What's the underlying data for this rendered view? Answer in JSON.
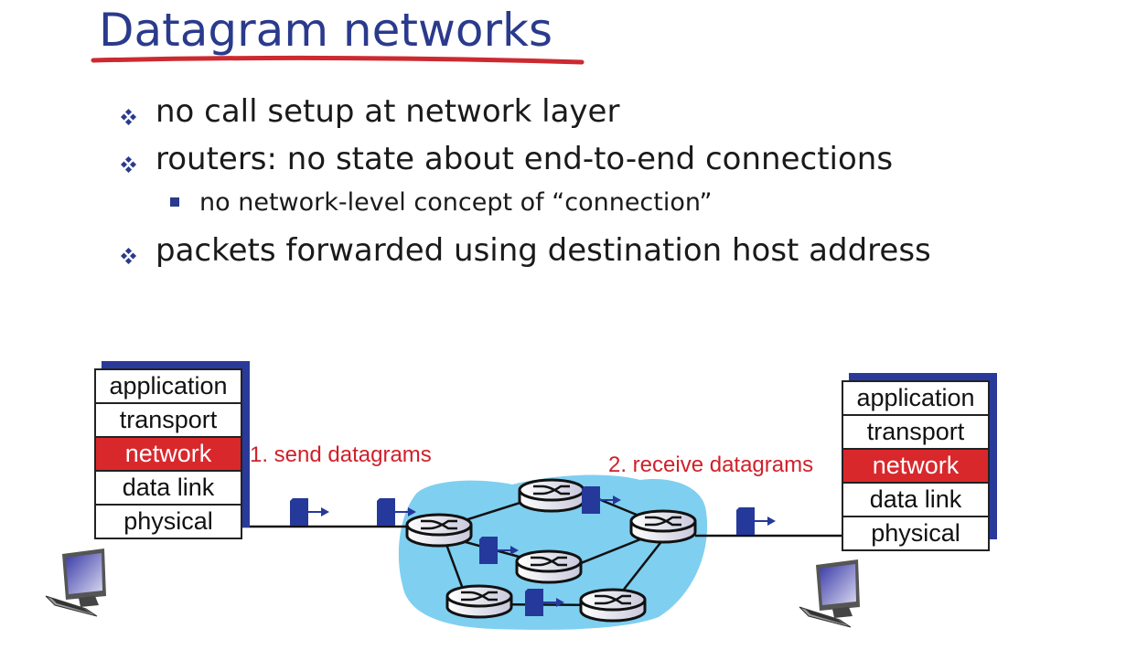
{
  "slide": {
    "title": "Datagram networks",
    "bullets": [
      {
        "marker": "diamond-bullet",
        "text": "no call setup at network layer",
        "level": 1
      },
      {
        "marker": "diamond-bullet",
        "text": "routers: no state about end-to-end connections",
        "level": 1
      },
      {
        "marker": "square-bullet",
        "text": "no network-level concept of “connection”",
        "level": 2
      },
      {
        "marker": "diamond-bullet",
        "text": "packets forwarded using destination host address",
        "level": 1
      }
    ]
  },
  "diagram": {
    "left_stack": [
      "application",
      "transport",
      "network",
      "data link",
      "physical"
    ],
    "right_stack": [
      "application",
      "transport",
      "network",
      "data link",
      "physical"
    ],
    "highlighted_layer": "network",
    "send_label": "1. send datagrams",
    "receive_label": "2. receive datagrams",
    "colors": {
      "title": "#2a3a8c",
      "underline": "#cc2a30",
      "highlight": "#d8282c",
      "cloud": "#7fcff0",
      "packet": "#25399a",
      "label": "#d0202a"
    }
  }
}
